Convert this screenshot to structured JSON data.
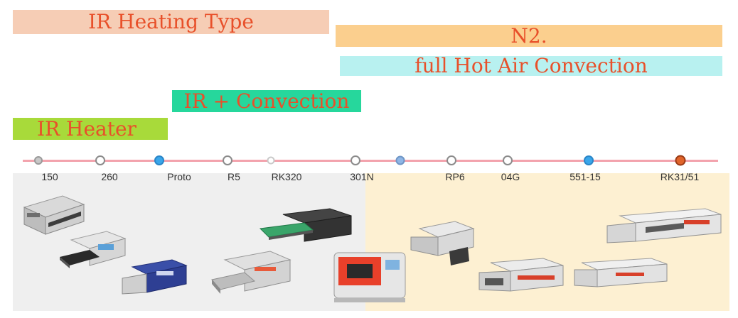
{
  "bands": {
    "ir_heating_type": "IR Heating Type",
    "n2": "N2.",
    "full_hot_air": "full Hot Air Convection",
    "ir_convection": "IR + Convection",
    "ir_heater": "IR Heater"
  },
  "timeline": {
    "models": [
      {
        "label": "150",
        "marker": "gray-small"
      },
      {
        "label": "260",
        "marker": "hollow"
      },
      {
        "label": "Proto",
        "marker": "blue-filled"
      },
      {
        "label": "R5",
        "marker": "hollow"
      },
      {
        "label": "RK320",
        "marker": "hollow-light"
      },
      {
        "label": "301N",
        "marker": "hollow"
      },
      {
        "label": "",
        "marker": "blue-light"
      },
      {
        "label": "RP6",
        "marker": "hollow"
      },
      {
        "label": "04G",
        "marker": "hollow"
      },
      {
        "label": "551-15",
        "marker": "blue-filled"
      },
      {
        "label": "RK31/51",
        "marker": "orange-filled"
      }
    ]
  },
  "colors": {
    "band_text": "#e8502a",
    "axis": "#f3a3ad",
    "ir_zone_bg": "#efefef",
    "convection_zone_bg": "#fdf0d2"
  }
}
